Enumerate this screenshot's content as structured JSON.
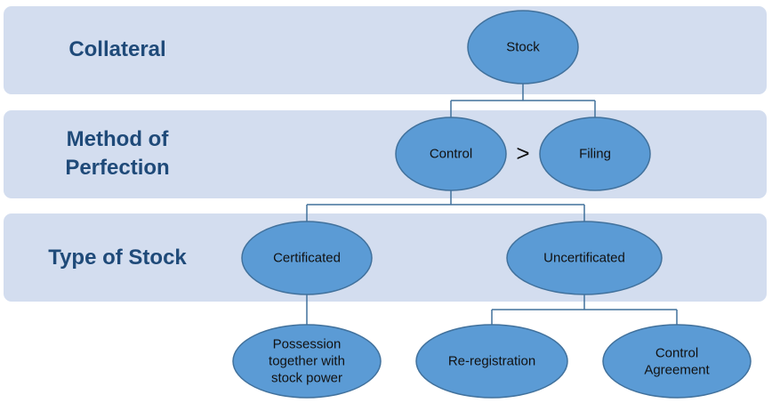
{
  "levels": {
    "collateral": "Collateral",
    "method_line1": "Method of",
    "method_line2": "Perfection",
    "type_of_stock": "Type of Stock"
  },
  "nodes": {
    "stock": "Stock",
    "control": "Control",
    "comparison": ">",
    "filing": "Filing",
    "certificated": "Certificated",
    "uncertificated": "Uncertificated",
    "possession_line1": "Possession",
    "possession_line2": "together with",
    "possession_line3": "stock power",
    "reregistration": "Re-registration",
    "control_agreement_line1": "Control",
    "control_agreement_line2": "Agreement"
  },
  "colors": {
    "band": "#d3ddef",
    "node_fill": "#5b9bd5",
    "node_stroke": "#41719c",
    "connector": "#41719c",
    "label_text": "#1f4a79"
  }
}
